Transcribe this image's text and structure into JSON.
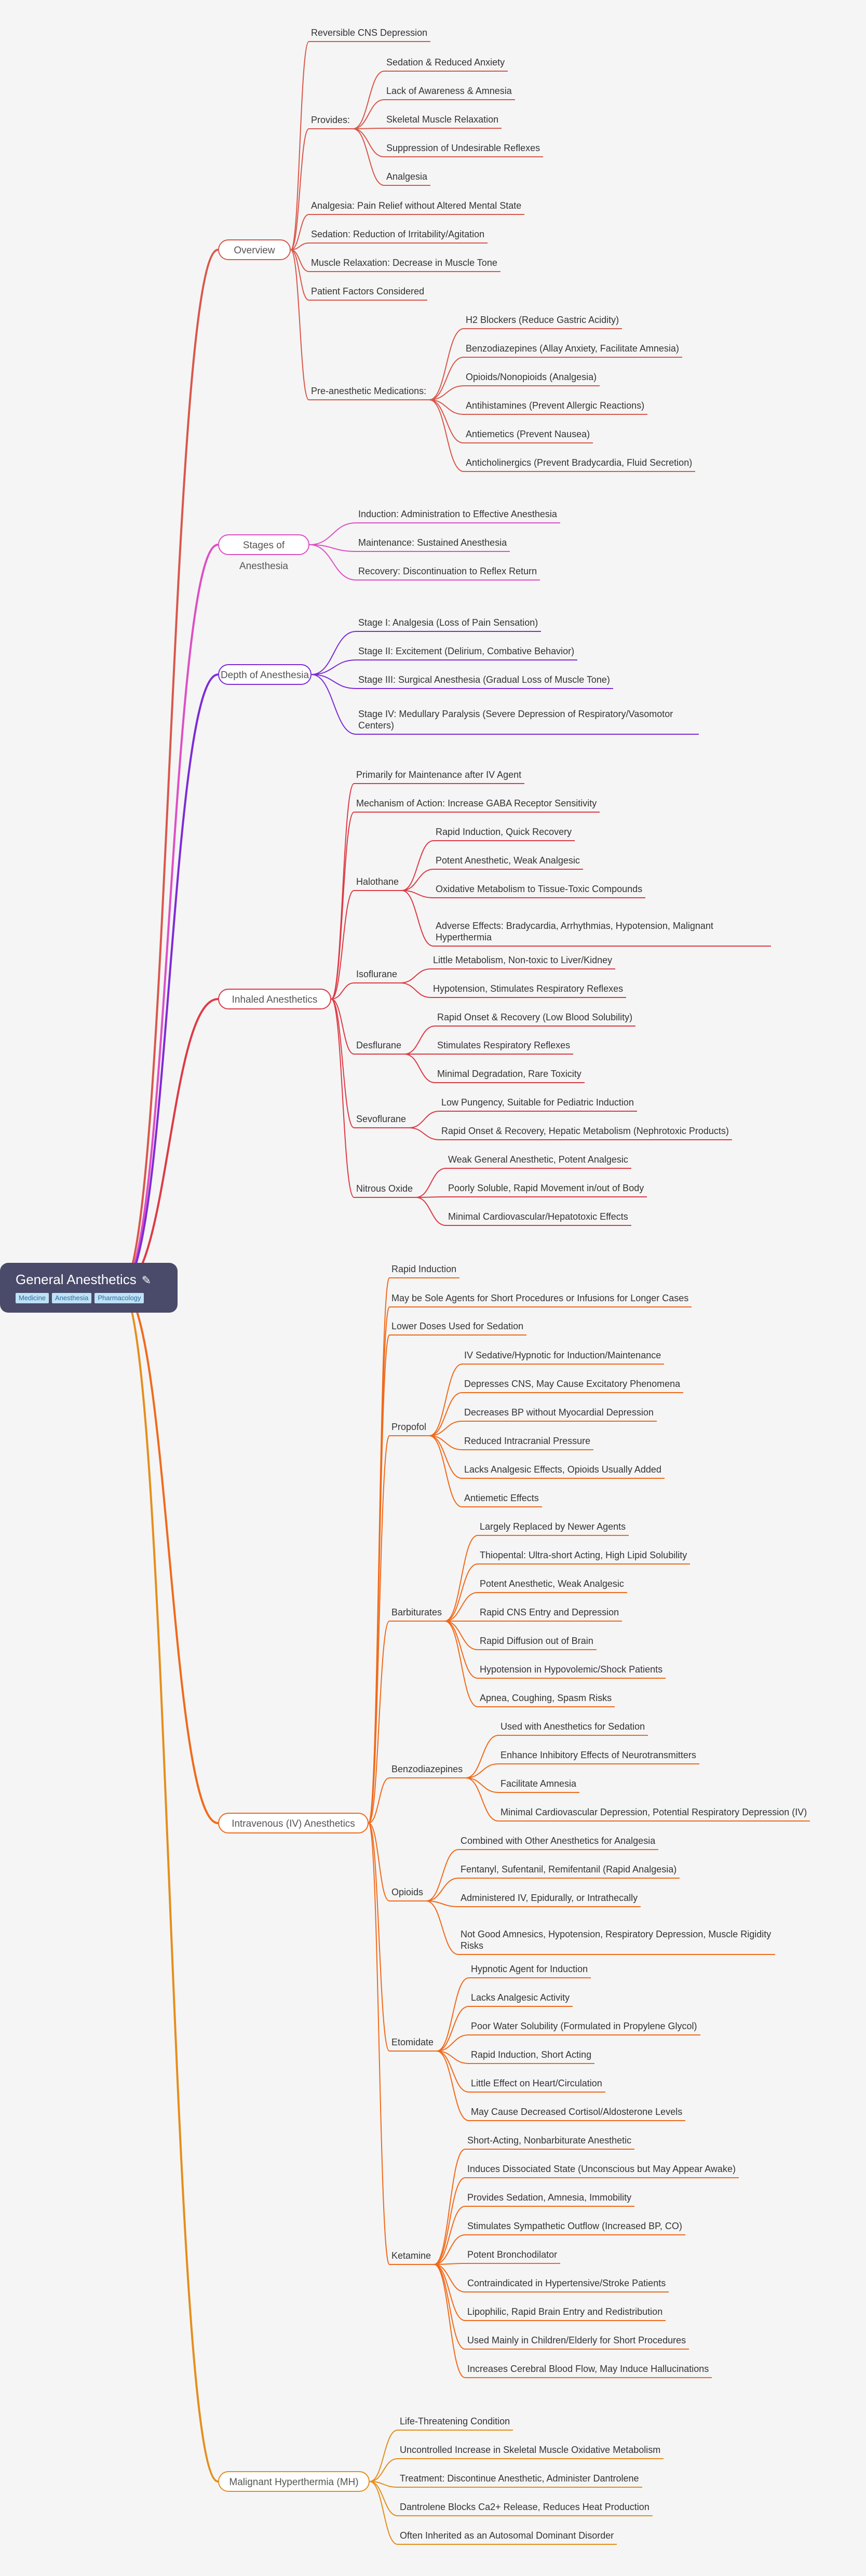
{
  "root": {
    "title": "General Anesthetics",
    "tags": [
      "Medicine",
      "Anesthesia",
      "Pharmacology"
    ],
    "icon": "pen-icon"
  },
  "colors": {
    "overview": "#d9574b",
    "stages": "#dd4fc4",
    "depth": "#7e2bd6",
    "inhaled": "#dd3a46",
    "iv": "#f06a1a",
    "mh": "#e48e1c"
  },
  "branches": [
    {
      "label": "Overview",
      "items": [
        {
          "text": "Reversible CNS Depression"
        },
        {
          "text": "Provides:",
          "children": [
            "Sedation & Reduced Anxiety",
            "Lack of Awareness & Amnesia",
            "Skeletal Muscle Relaxation",
            "Suppression of Undesirable Reflexes",
            "Analgesia"
          ]
        },
        {
          "text": "Analgesia: Pain Relief without Altered Mental State"
        },
        {
          "text": "Sedation: Reduction of Irritability/Agitation"
        },
        {
          "text": "Muscle Relaxation: Decrease in Muscle Tone"
        },
        {
          "text": "Patient Factors Considered"
        },
        {
          "text": "Pre-anesthetic Medications:",
          "children": [
            "H2 Blockers (Reduce Gastric Acidity)",
            "Benzodiazepines (Allay Anxiety, Facilitate Amnesia)",
            "Opioids/Nonopioids (Analgesia)",
            "Antihistamines (Prevent Allergic Reactions)",
            "Antiemetics (Prevent Nausea)",
            "Anticholinergics (Prevent Bradycardia, Fluid Secretion)"
          ]
        }
      ]
    },
    {
      "label": "Stages of Anesthesia",
      "items": [
        {
          "text": "Induction: Administration to Effective Anesthesia"
        },
        {
          "text": "Maintenance: Sustained Anesthesia"
        },
        {
          "text": "Recovery: Discontinuation to Reflex Return"
        }
      ]
    },
    {
      "label": "Depth of Anesthesia",
      "items": [
        {
          "text": "Stage I: Analgesia (Loss of Pain Sensation)"
        },
        {
          "text": "Stage II: Excitement (Delirium, Combative Behavior)"
        },
        {
          "text": "Stage III: Surgical Anesthesia (Gradual Loss of Muscle Tone)"
        },
        {
          "text": "Stage IV: Medullary Paralysis (Severe Depression of Respiratory/Vasomotor Centers)"
        }
      ]
    },
    {
      "label": "Inhaled Anesthetics",
      "items": [
        {
          "text": "Primarily for Maintenance after IV Agent"
        },
        {
          "text": "Mechanism of Action: Increase GABA Receptor Sensitivity"
        },
        {
          "text": "Halothane",
          "children": [
            "Rapid Induction, Quick Recovery",
            "Potent Anesthetic, Weak Analgesic",
            "Oxidative Metabolism to Tissue-Toxic Compounds",
            "Adverse Effects: Bradycardia, Arrhythmias, Hypotension, Malignant Hyperthermia"
          ]
        },
        {
          "text": "Isoflurane",
          "children": [
            "Little Metabolism, Non-toxic to Liver/Kidney",
            "Hypotension, Stimulates Respiratory Reflexes"
          ]
        },
        {
          "text": "Desflurane",
          "children": [
            "Rapid Onset & Recovery (Low Blood Solubility)",
            "Stimulates Respiratory Reflexes",
            "Minimal Degradation, Rare Toxicity"
          ]
        },
        {
          "text": "Sevoflurane",
          "children": [
            "Low Pungency, Suitable for Pediatric Induction",
            "Rapid Onset & Recovery, Hepatic Metabolism (Nephrotoxic Products)"
          ]
        },
        {
          "text": "Nitrous Oxide",
          "children": [
            "Weak General Anesthetic, Potent Analgesic",
            "Poorly Soluble, Rapid Movement in/out of Body",
            "Minimal Cardiovascular/Hepatotoxic Effects"
          ]
        }
      ]
    },
    {
      "label": "Intravenous (IV) Anesthetics",
      "items": [
        {
          "text": "Rapid Induction"
        },
        {
          "text": "May be Sole Agents for Short Procedures or Infusions for Longer Cases"
        },
        {
          "text": "Lower Doses Used for Sedation"
        },
        {
          "text": "Propofol",
          "children": [
            "IV Sedative/Hypnotic for Induction/Maintenance",
            "Depresses CNS, May Cause Excitatory Phenomena",
            "Decreases BP without Myocardial Depression",
            "Reduced Intracranial Pressure",
            "Lacks Analgesic Effects, Opioids Usually Added",
            "Antiemetic Effects"
          ]
        },
        {
          "text": "Barbiturates",
          "children": [
            "Largely Replaced by Newer Agents",
            "Thiopental: Ultra-short Acting, High Lipid Solubility",
            "Potent Anesthetic, Weak Analgesic",
            "Rapid CNS Entry and Depression",
            "Rapid Diffusion out of Brain",
            "Hypotension in Hypovolemic/Shock Patients",
            "Apnea, Coughing, Spasm Risks"
          ]
        },
        {
          "text": "Benzodiazepines",
          "children": [
            "Used with Anesthetics for Sedation",
            "Enhance Inhibitory Effects of Neurotransmitters",
            "Facilitate Amnesia",
            "Minimal Cardiovascular Depression, Potential Respiratory Depression (IV)"
          ]
        },
        {
          "text": "Opioids",
          "children": [
            "Combined with Other Anesthetics for Analgesia",
            "Fentanyl, Sufentanil, Remifentanil (Rapid Analgesia)",
            "Administered IV, Epidurally, or Intrathecally",
            "Not Good Amnesics, Hypotension, Respiratory Depression, Muscle Rigidity Risks"
          ]
        },
        {
          "text": "Etomidate",
          "children": [
            "Hypnotic Agent for Induction",
            "Lacks Analgesic Activity",
            "Poor Water Solubility (Formulated in Propylene Glycol)",
            "Rapid Induction, Short Acting",
            "Little Effect on Heart/Circulation",
            "May Cause Decreased Cortisol/Aldosterone Levels"
          ]
        },
        {
          "text": "Ketamine",
          "children": [
            "Short-Acting, Nonbarbiturate Anesthetic",
            "Induces Dissociated State (Unconscious but May Appear Awake)",
            "Provides Sedation, Amnesia, Immobility",
            "Stimulates Sympathetic Outflow (Increased BP, CO)",
            "Potent Bronchodilator",
            "Contraindicated in Hypertensive/Stroke Patients",
            "Lipophilic, Rapid Brain Entry and Redistribution",
            "Used Mainly in Children/Elderly for Short Procedures",
            "Increases Cerebral Blood Flow, May Induce Hallucinations"
          ]
        }
      ]
    },
    {
      "label": "Malignant Hyperthermia (MH)",
      "items": [
        {
          "text": "Life-Threatening Condition"
        },
        {
          "text": "Uncontrolled Increase in Skeletal Muscle Oxidative Metabolism"
        },
        {
          "text": "Treatment: Discontinue Anesthetic, Administer Dantrolene"
        },
        {
          "text": "Dantrolene Blocks Ca2+ Release, Reduces Heat Production"
        },
        {
          "text": "Often Inherited as an Autosomal Dominant Disorder"
        }
      ]
    }
  ]
}
